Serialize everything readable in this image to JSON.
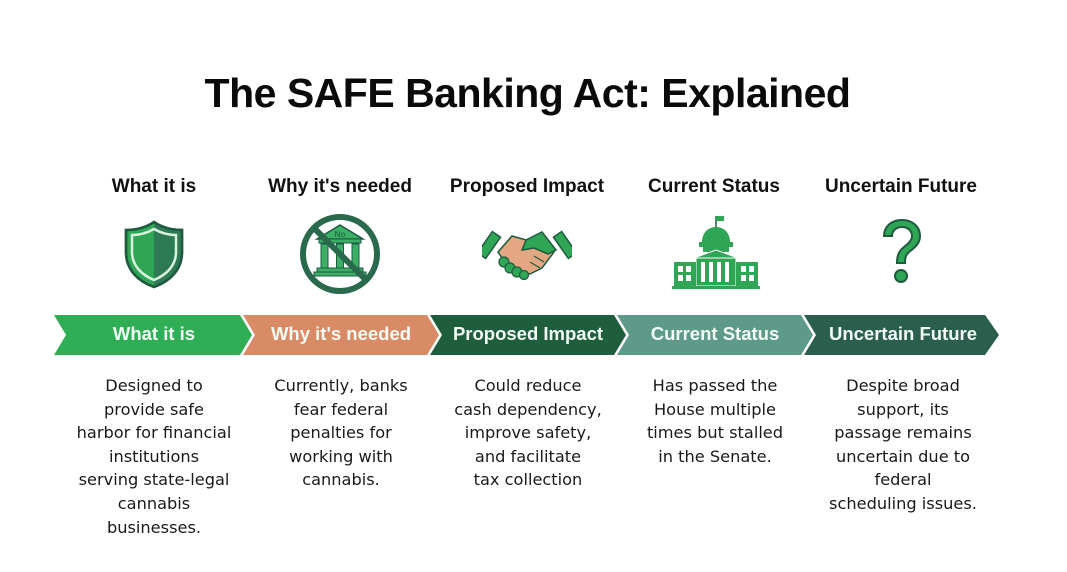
{
  "title": "The SAFE Banking Act: Explained",
  "colors": {
    "step1": "#2fae55",
    "step2": "#d98b66",
    "step3": "#1f5e3d",
    "step4": "#5e9a8a",
    "step5": "#2a5f4e",
    "icon_green": "#2fa656",
    "icon_dark": "#1e5a44",
    "skin": "#e3a882"
  },
  "steps": [
    {
      "heading": "What it is",
      "icon": "shield-icon",
      "chevron_label": "What it is",
      "description": [
        "Designed to",
        "provide safe",
        "harbor for financial",
        "institutions",
        "serving state-legal",
        "cannabis",
        "businesses."
      ]
    },
    {
      "heading": "Why it's needed",
      "icon": "no-bank-icon",
      "icon_text": "No",
      "chevron_label": "Why it's needed",
      "description": [
        "Currently, banks",
        "fear federal",
        "penalties for",
        "working with",
        "cannabis."
      ]
    },
    {
      "heading": "Proposed Impact",
      "icon": "handshake-icon",
      "chevron_label": "Proposed Impact",
      "description": [
        "Could reduce",
        "cash dependency,",
        "improve safety,",
        "and facilitate",
        "tax collection"
      ]
    },
    {
      "heading": "Current Status",
      "icon": "capitol-building-icon",
      "chevron_label": "Current Status",
      "description": [
        "Has passed the",
        "House multiple",
        "times but stalled",
        "in the Senate."
      ]
    },
    {
      "heading": "Uncertain Future",
      "icon": "question-mark-icon",
      "chevron_label": "Uncertain Future",
      "description": [
        "Despite broad",
        "support, its",
        "passage remains",
        "uncertain due to",
        "federal",
        "scheduling issues."
      ]
    }
  ]
}
